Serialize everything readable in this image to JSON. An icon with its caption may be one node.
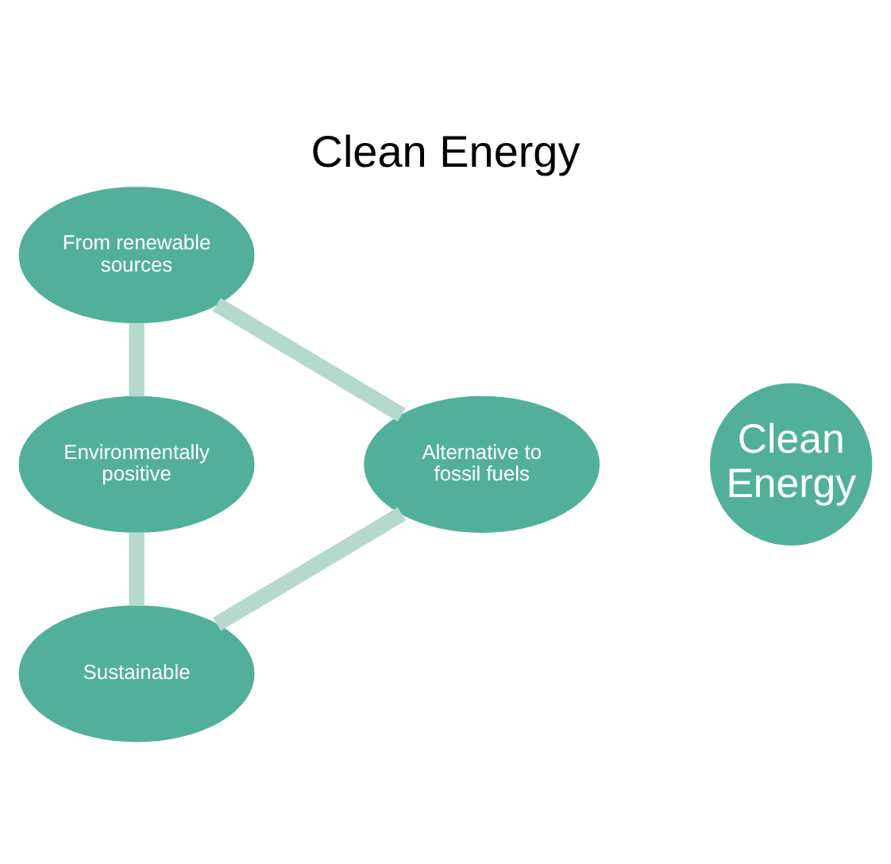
{
  "diagram": {
    "title": "Clean Energy",
    "nodes": [
      {
        "text": [
          "From renewable sources"
        ]
      },
      {
        "text": [
          "Alternative to fossil fuels"
        ]
      },
      {
        "text": [
          "Clean Energy"
        ]
      },
      {
        "text": [
          "Environmentally positive"
        ]
      },
      {
        "text": [
          "Sustainable"
        ]
      }
    ],
    "edges": [
      {
        "from": 0,
        "to": 3,
        "arrow": "none"
      },
      {
        "from": 3,
        "to": 4,
        "arrow": "none"
      },
      {
        "from": 4,
        "to": 1,
        "arrow": "none"
      },
      {
        "from": 1,
        "to": 0,
        "arrow": "none"
      }
    ]
  }
}
